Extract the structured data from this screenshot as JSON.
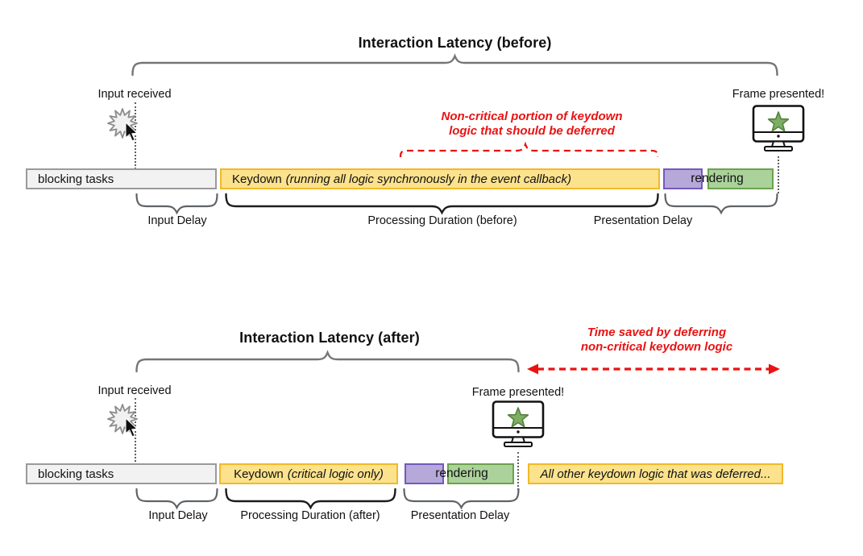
{
  "colors": {
    "red": "#ea1212",
    "yellow-fill": "#fce28d",
    "yellow-border": "#f1b929",
    "purple-fill": "#b6a8d9",
    "purple-border": "#7459bd",
    "green-fill": "#abd29a",
    "green-border": "#6ba24e",
    "gray-fill": "#f2f2f2",
    "gray-border": "#9a9a9a",
    "brace-main": "#757575",
    "brace-light": "#5f6368",
    "brace-dark": "#1c1c1c"
  },
  "before": {
    "title": "Interaction Latency (before)",
    "input_received": "Input received",
    "frame_presented": "Frame presented!",
    "bars": {
      "blocking": "blocking tasks",
      "keydown_prefix": "Keydown",
      "keydown_detail": "(running all logic synchronously in the event callback)",
      "rendering": "rendering"
    },
    "annotation": {
      "line1": "Non-critical portion of keydown",
      "line2": "logic that should be deferred"
    },
    "labels": {
      "input_delay": "Input Delay",
      "processing": "Processing Duration (before)",
      "presentation": "Presentation Delay"
    }
  },
  "after": {
    "title": "Interaction Latency (after)",
    "input_received": "Input received",
    "frame_presented": "Frame presented!",
    "bars": {
      "blocking": "blocking tasks",
      "keydown_prefix": "Keydown",
      "keydown_detail": "(critical logic only)",
      "rendering": "rendering",
      "deferred": "All other keydown logic that was deferred..."
    },
    "annotation": {
      "line1": "Time saved by deferring",
      "line2": "non-critical keydown logic"
    },
    "labels": {
      "input_delay": "Input Delay",
      "processing": "Processing Duration (after)",
      "presentation": "Presentation Delay"
    }
  }
}
